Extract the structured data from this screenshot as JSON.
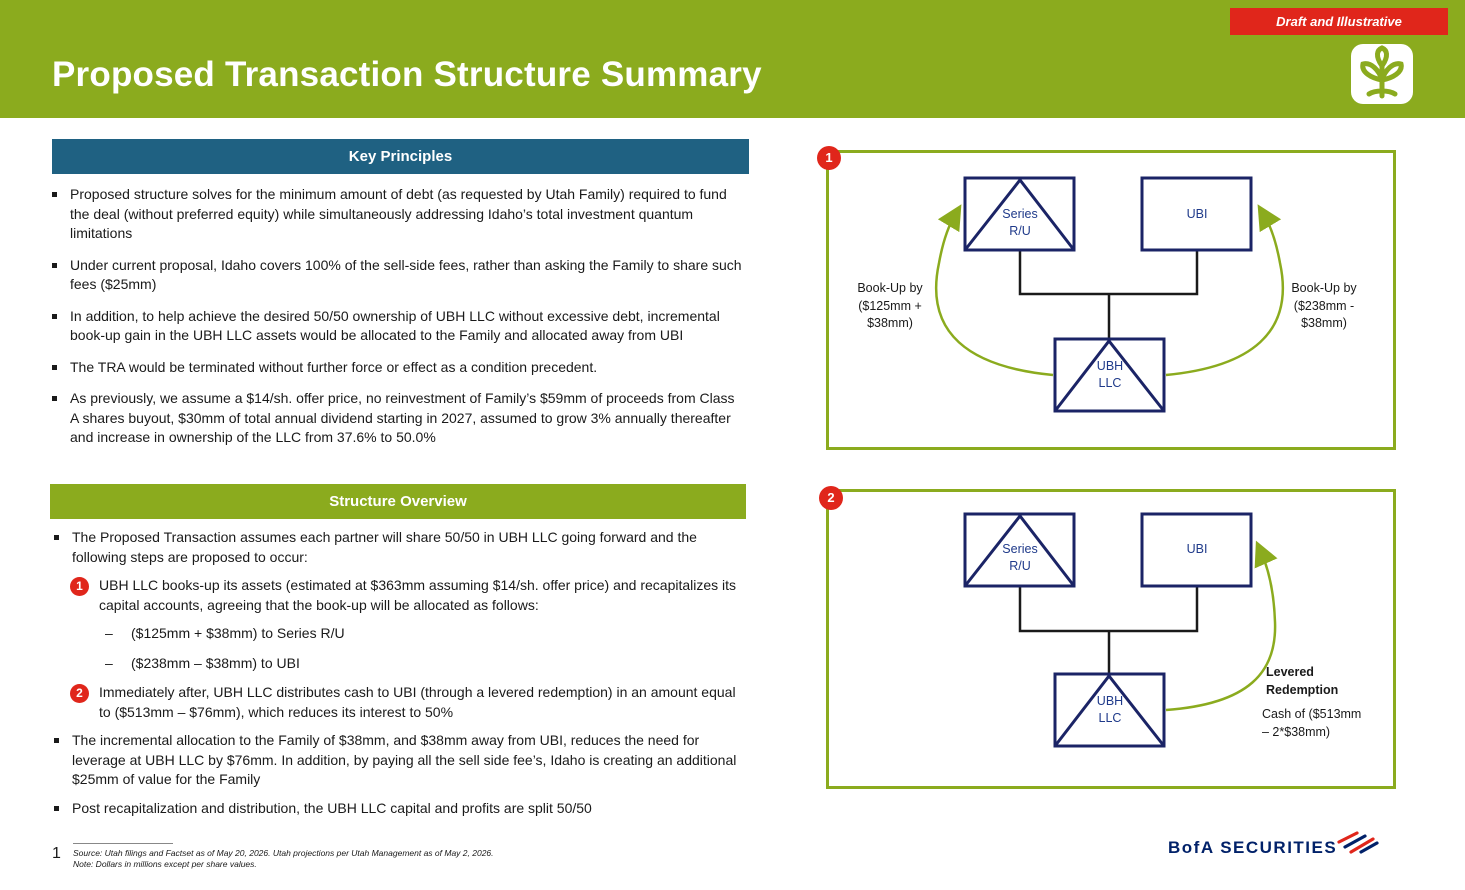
{
  "header": {
    "title": "Proposed Transaction Structure Summary",
    "badge": "Draft and Illustrative",
    "accent_color": "#8bab1e",
    "badge_color": "#e0261b",
    "logo_icon": "leaf-logo-icon"
  },
  "key_principles": {
    "heading": "Key Principles",
    "bar_color": "#1f6182",
    "bullets": [
      "Proposed structure solves for the minimum amount of debt (as requested by Utah Family) required to fund the deal (without preferred equity) while simultaneously addressing Idaho’s total investment quantum limitations",
      "Under current proposal, Idaho covers 100% of the sell-side fees, rather than asking the Family to share such fees ($25mm)",
      "In addition, to help achieve the desired 50/50 ownership of UBH LLC without excessive debt, incremental book-up gain in the UBH LLC assets would be allocated to the Family and allocated away from UBI",
      "The TRA would be terminated without further force or effect as a condition precedent.",
      "As previously, we assume a $14/sh. offer price, no reinvestment of Family’s $59mm of proceeds from Class A shares buyout, $30mm of total annual dividend starting in 2027, assumed to grow 3% annually thereafter and increase in ownership of the LLC from 37.6% to 50.0%"
    ]
  },
  "structure_overview": {
    "heading": "Structure Overview",
    "intro": "The Proposed Transaction assumes each partner will share 50/50 in UBH LLC going forward and the following steps are proposed to occur:",
    "step1": {
      "num": "1",
      "text": "UBH LLC books-up its assets (estimated at $363mm assuming $14/sh. offer price) and recapitalizes its capital accounts, agreeing that the book-up will be allocated as follows:"
    },
    "dash_symbol": "–",
    "dash1": "($125mm + $38mm) to Series R/U",
    "dash2": "($238mm – $38mm) to UBI",
    "step2": {
      "num": "2",
      "text": "Immediately after, UBH LLC distributes cash to UBI (through a levered redemption) in an amount equal to ($513mm – $76mm), which reduces its interest to 50%"
    },
    "bullet_after1": "The incremental allocation to the Family of $38mm, and $38mm away from UBI, reduces the need for leverage at UBH LLC by $76mm.  In addition, by paying all the sell side fee’s, Idaho is creating an additional $25mm of value for the Family",
    "bullet_after2": "Post recapitalization and distribution, the UBH LLC capital and profits are split 50/50"
  },
  "diagram1": {
    "marker": "1",
    "series_label_line1": "Series",
    "series_label_line2": "R/U",
    "ubi_label": "UBI",
    "ubh_line1": "UBH",
    "ubh_line2": "LLC",
    "left_note_line1": "Book-Up by",
    "left_note_line2": "($125mm +",
    "left_note_line3": "$38mm)",
    "right_note_line1": "Book-Up by",
    "right_note_line2": "($238mm -",
    "right_note_line3": "$38mm)"
  },
  "diagram2": {
    "marker": "2",
    "series_label_line1": "Series",
    "series_label_line2": "R/U",
    "ubi_label": "UBI",
    "ubh_line1": "UBH",
    "ubh_line2": "LLC",
    "note_bold_line1": "Levered",
    "note_bold_line2": "Redemption",
    "note_line1": "Cash of ($513mm",
    "note_line2": "– 2*$38mm)"
  },
  "footer": {
    "page_number": "1",
    "source": "Source: Utah filings and Factset as of May 20, 2026. Utah projections per Utah Management as of May 2, 2026.",
    "note": "Note: Dollars in millions except per share values.",
    "brand": "BofA SECURITIES",
    "brand_icon": "bofa-flag-icon",
    "brand_color": "#012169"
  }
}
